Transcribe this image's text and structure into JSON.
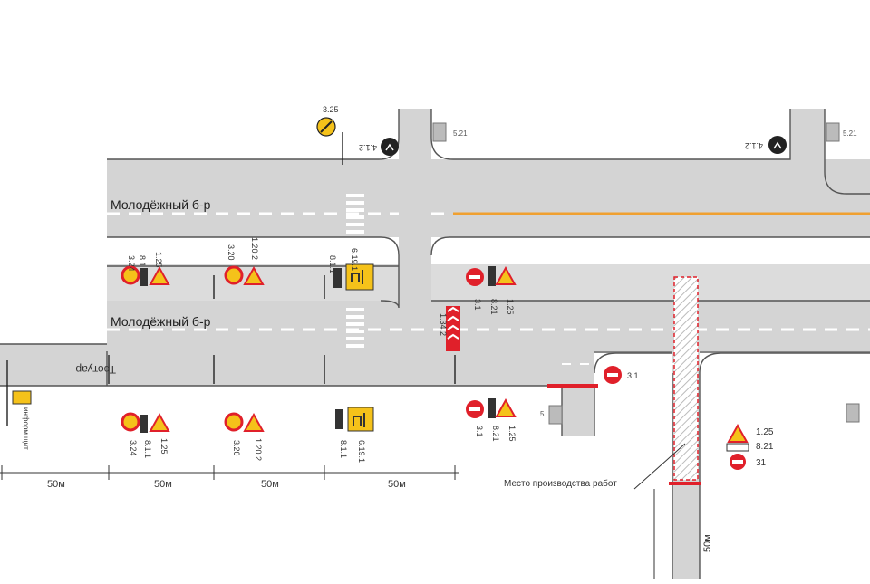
{
  "streets": {
    "upper": "Молодёжный б-р",
    "lower": "Молодёжный б-р",
    "sidewalk": "Тротуар"
  },
  "work_zone_label": "Место производства работ",
  "distances": {
    "seg1": "50м",
    "seg2": "50м",
    "seg3": "50м",
    "seg4": "50м",
    "vertical": "50м"
  },
  "sign_codes": {
    "top_325": "3.25",
    "top_412a": "4.1.2",
    "top_521a": "5.21",
    "top_412b": "4.1.2",
    "top_521b": "5.21",
    "m1_324": "3.24",
    "m1_811": "8.1.1",
    "m1_125": "1.25",
    "m2_320": "3.20",
    "m2_1202": "1.20.2",
    "m3_811": "8.1.1",
    "m3_6191": "6.19.1",
    "m4_31": "3.1",
    "m4_821": "8.21",
    "m4_125": "1.25",
    "m4_1342": "1.34.2",
    "b_info": "информ.щит",
    "b1_324": "3.24",
    "b1_811": "8.1.1",
    "b1_125": "1.25",
    "b2_320": "3.20",
    "b2_1202": "1.20.2",
    "b3_811": "8.1.1",
    "b3_6191": "6.19.1",
    "b4_31": "3.1",
    "b4_821": "8.21",
    "b4_125": "1.25",
    "r_31": "3.1",
    "r_125": "1.25",
    "r_821": "8.21",
    "r_31b": "31",
    "plate_50m": "50м",
    "r_5": "5"
  },
  "colors": {
    "road": "#d4d4d4",
    "lane_marking": "#ffffff",
    "axial": "#f0a030",
    "sign_red": "#e0202a",
    "sign_yellow": "#f5c21a",
    "barrier": "#e0202a"
  }
}
